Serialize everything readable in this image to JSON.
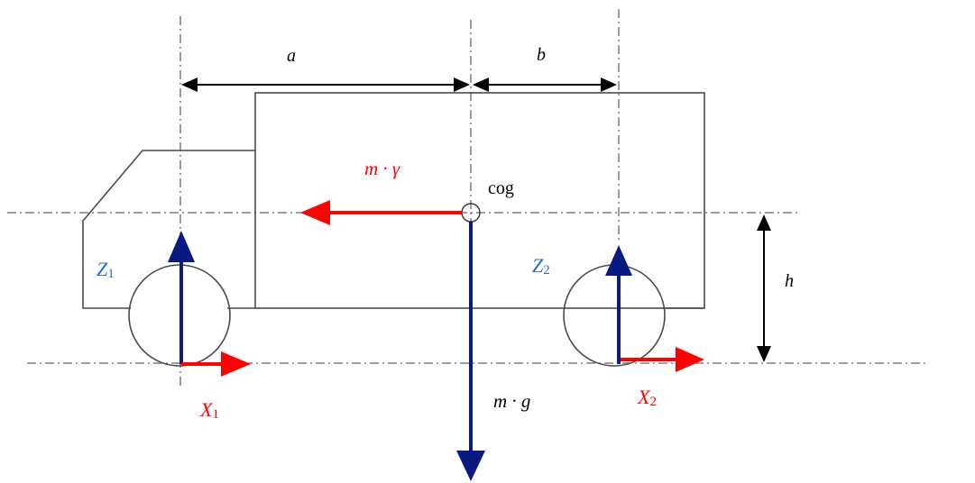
{
  "labels": {
    "a": "a",
    "b": "b",
    "h": "h",
    "cog": "cog",
    "m_gamma": "m · γ",
    "m_g": "m · g",
    "Z1": {
      "main": "Z",
      "sub": "1"
    },
    "Z2": {
      "main": "Z",
      "sub": "2"
    },
    "X1": {
      "main": "X",
      "sub": "1"
    },
    "X2": {
      "main": "X",
      "sub": "2"
    }
  },
  "colors": {
    "outline": "#4a4a4a",
    "dimension": "#000000",
    "inertial_force": "#ff0000",
    "weight_force": "#0b1a80",
    "vertical_reaction": "#0b1a80",
    "longitudinal_force": "#ff0000",
    "z_label": "#1f6fc4",
    "x_label": "#ff0000"
  }
}
